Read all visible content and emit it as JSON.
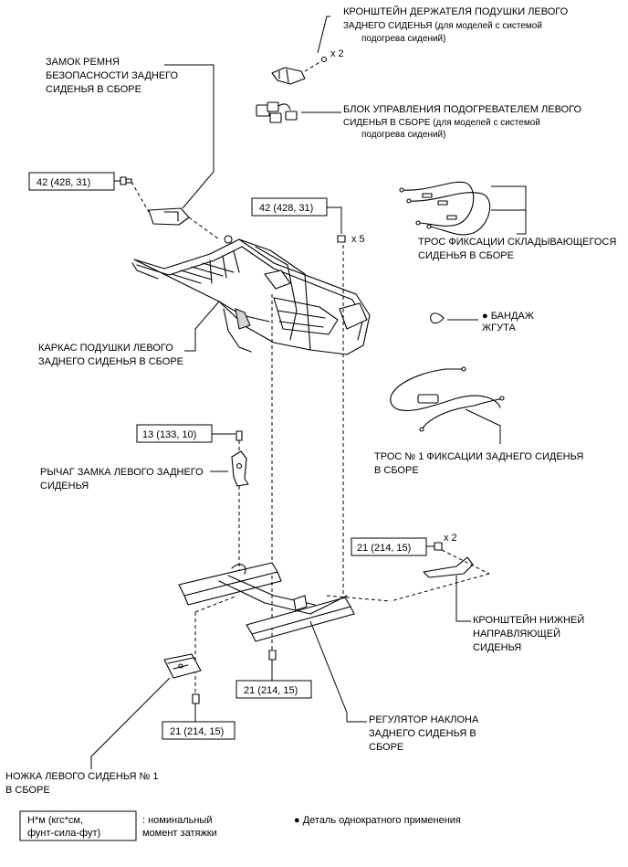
{
  "labels": {
    "bracket_cushion_holder": [
      "КРОНШТЕЙН ДЕРЖАТЕЛЯ ПОДУШКИ ЛЕВОГО",
      "ЗАДНЕГО СИДЕНЬЯ (для моделей с системой",
      "подогрева сидений)"
    ],
    "heater_control": [
      "БЛОК УПРАВЛЕНИЯ ПОДОГРЕВАТЕЛЕМ ЛЕВОГО",
      "СИДЕНЬЯ В СБОРЕ (для моделей с системой",
      "подогрева сидений)"
    ],
    "buckle": [
      "ЗАМОК РЕМНЯ",
      "БЕЗОПАСНОСТИ ЗАДНЕГО",
      "СИДЕНЬЯ В СБОРЕ"
    ],
    "fold_cable": [
      "ТРОС ФИКСАЦИИ СКЛАДЫВАЮЩЕГОСЯ",
      "СИДЕНЬЯ В СБОРЕ"
    ],
    "harness_band": [
      "● БАНДАЖ",
      "ЖГУТА"
    ],
    "cushion_frame": [
      "КАРКАС ПОДУШКИ ЛЕВОГО",
      "ЗАДНЕГО СИДЕНЬЯ В СБОРЕ"
    ],
    "cable_no1": [
      "ТРОС № 1 ФИКСАЦИИ ЗАДНЕГО СИДЕНЬЯ",
      "В СБОРЕ"
    ],
    "lock_lever": [
      "РЫЧАГ ЗАМКА ЛЕВОГО ЗАДНЕГО",
      "СИДЕНЬЯ"
    ],
    "lower_rail_bracket": [
      "КРОНШТЕЙН НИЖНЕЙ",
      "НАПРАВЛЯЮЩЕЙ",
      "СИДЕНЬЯ"
    ],
    "recliner": [
      "РЕГУЛЯТОР НАКЛОНА",
      "ЗАДНЕГО СИДЕНЬЯ В",
      "СБОРЕ"
    ],
    "leg_no1": [
      "НОЖКА ЛЕВОГО СИДЕНЬЯ № 1",
      "В СБОРЕ"
    ]
  },
  "quantities": {
    "bracket_screws": "x 2",
    "frame_nuts": "x 5",
    "rail_bracket_bolts": "x 2"
  },
  "torques": {
    "buckle_bolt": "42 (428, 31)",
    "frame_nut": "42 (428, 31)",
    "lever_bolt": "13 (133, 10)",
    "rail_bracket_bolt": "21 (214, 15)",
    "recliner_bolt": "21 (214, 15)",
    "leg_bolt": "21 (214, 15)"
  },
  "legend": {
    "torque_unit": [
      "Н*м (кгс*см,",
      "фунт-сила-фут)"
    ],
    "torque_note": [
      ": номинальный",
      "момент затяжки"
    ],
    "one_time_note": "● Деталь однократного применения"
  }
}
